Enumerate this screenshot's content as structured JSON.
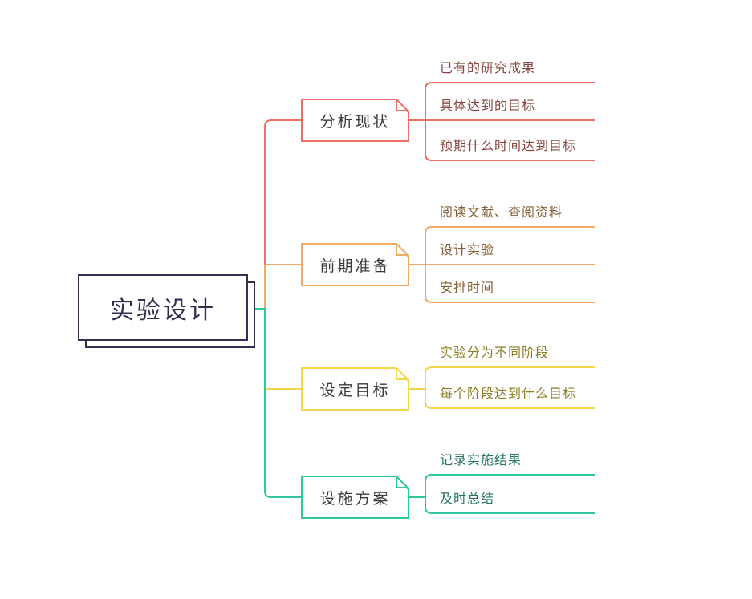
{
  "app": {
    "background": "#ffffff"
  },
  "center": {
    "label": "实验设计",
    "border_color": "#31314f",
    "text_color": "#30304e"
  },
  "node_label_color": "#3b3b3b",
  "branches": [
    {
      "label": "分析现状",
      "color": "#ed6f63",
      "text_color": "#85453d",
      "children": [
        "已有的研究成果",
        "具体达到的目标",
        "预期什么时间达到目标"
      ]
    },
    {
      "label": "前期准备",
      "color": "#f2a964",
      "text_color": "#855f35",
      "children": [
        "阅读文献、查阅资料",
        "设计实验",
        "安排时间"
      ]
    },
    {
      "label": "设定目标",
      "color": "#f2d74b",
      "text_color": "#8d7d25",
      "children": [
        "实验分为不同阶段",
        "每个阶段达到什么目标"
      ]
    },
    {
      "label": "设施方案",
      "color": "#2ec69c",
      "text_color": "#27795c",
      "children": [
        "记录实施结果",
        "及时总结"
      ]
    }
  ]
}
